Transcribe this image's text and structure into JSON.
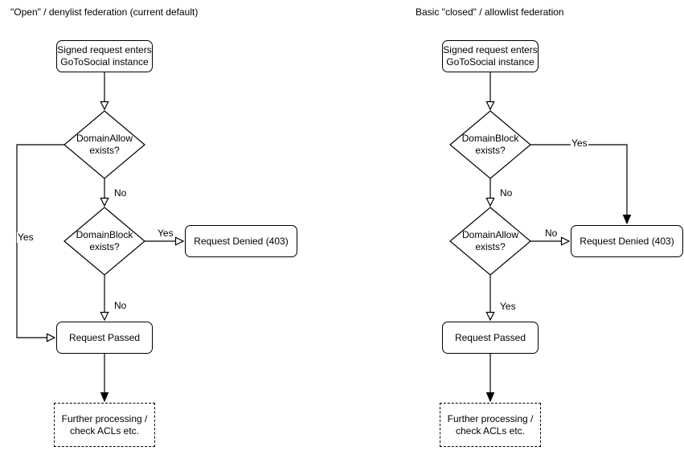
{
  "left_chart": {
    "title": "\"Open\" / denylist federation (current default)",
    "nodes": {
      "start": "Signed request enters\nGoToSocial instance",
      "decision_allow": "DomainAllow\nexists?",
      "decision_block": "DomainBlock\nexists?",
      "denied": "Request Denied (403)",
      "passed": "Request Passed",
      "further": "Further processing /\ncheck ACLs etc."
    },
    "edge_labels": {
      "allow_yes": "Yes",
      "allow_no": "No",
      "block_yes": "Yes",
      "block_no": "No"
    }
  },
  "right_chart": {
    "title": "Basic \"closed\" / allowlist federation",
    "nodes": {
      "start": "Signed request enters\nGoToSocial instance",
      "decision_block": "DomainBlock\nexists?",
      "decision_allow": "DomainAllow\nexists?",
      "denied": "Request Denied (403)",
      "passed": "Request Passed",
      "further": "Further processing /\ncheck ACLs etc."
    },
    "edge_labels": {
      "block_yes": "Yes",
      "block_no": "No",
      "allow_no": "No",
      "allow_yes": "Yes"
    }
  },
  "colors": {
    "stroke": "#000000",
    "background": "#ffffff",
    "text": "#000000"
  }
}
